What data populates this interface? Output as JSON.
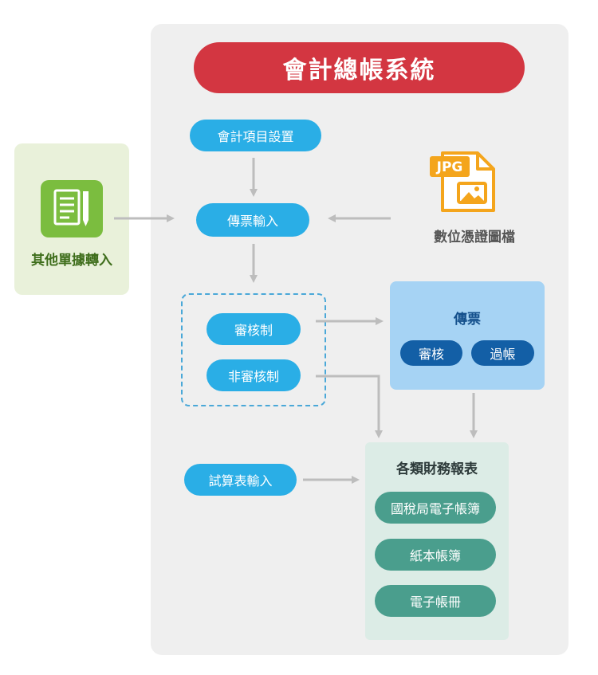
{
  "title": "會計總帳系統",
  "left_source": {
    "label": "其他單據轉入",
    "icon": "document-pencil-icon"
  },
  "file_source": {
    "label": "數位憑證圖檔",
    "badge": "JPG",
    "icon": "jpg-file-icon"
  },
  "nodes": {
    "account_setup": "會計項目設置",
    "voucher_input": "傳票輸入",
    "review": "審核制",
    "non_review": "非審核制",
    "trial_input": "試算表輸入"
  },
  "voucher": {
    "title": "傳票",
    "review": "審核",
    "post": "過帳"
  },
  "reports": {
    "title": "各類財務報表",
    "items": [
      "國稅局電子帳簿",
      "紙本帳簿",
      "電子帳冊"
    ]
  },
  "colors": {
    "title_red": "#d33641",
    "pill_blue": "#2aaee6",
    "dark_blue": "#135fa6",
    "teal": "#4a9e8d",
    "green": "#7bbd3f",
    "orange": "#f4a51c",
    "arrow_gray": "#bdbdbd"
  }
}
